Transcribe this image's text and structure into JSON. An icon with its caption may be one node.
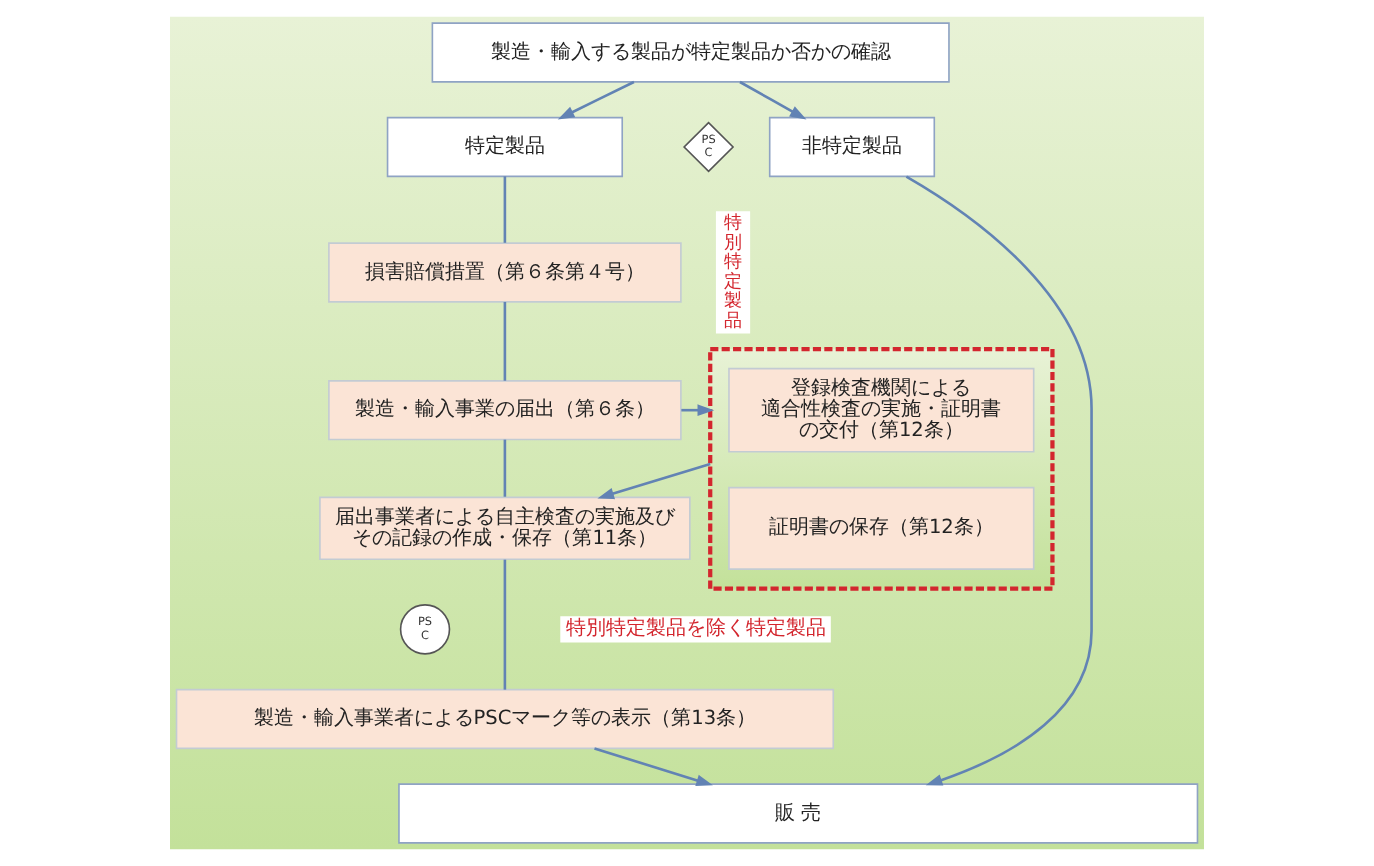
{
  "diagram": {
    "nodes": [
      {
        "text": [
          "製造・輸入する製品が特定製品か否かの確認"
        ]
      },
      {
        "text": [
          "特定製品"
        ]
      },
      {
        "text": [
          "非特定製品"
        ]
      },
      {
        "text": [
          "損害賠償措置（第６条第４号）"
        ]
      },
      {
        "text": [
          "製造・輸入事業の届出（第６条）"
        ]
      },
      {
        "text": [
          "PSC"
        ]
      },
      {
        "text": [
          "特別特定製品"
        ]
      },
      {
        "text": [],
        "shape": "box"
      },
      {
        "text": [
          "登録検査機関による適合性検査の実施・証明書の交付（第12条）"
        ],
        "in": 7
      },
      {
        "text": [
          "届出事業者による自主検査の実施及びその記録の作成・保存（第11条）"
        ]
      },
      {
        "text": [
          "証明書の保存（第12条）"
        ],
        "in": 7
      },
      {
        "text": [
          "PSC"
        ]
      },
      {
        "text": [
          "特別特定製品を除く特定製品"
        ]
      },
      {
        "text": [
          "製造・輸入事業者によるPSCマーク等の表示（第13条）"
        ]
      },
      {
        "text": [
          "販 売"
        ]
      }
    ],
    "edges": [
      {
        "from": 0,
        "to": 1,
        "arrow": "to"
      },
      {
        "from": 0,
        "to": 2,
        "arrow": "to"
      },
      {
        "from": 1,
        "to": 3,
        "arrow": "none"
      },
      {
        "from": 3,
        "to": 4,
        "arrow": "none"
      },
      {
        "from": 4,
        "to": 9,
        "arrow": "none"
      },
      {
        "from": 4,
        "to": 7,
        "arrow": "to"
      },
      {
        "from": 7,
        "to": 9,
        "arrow": "to"
      },
      {
        "from": 9,
        "to": 13,
        "arrow": "none"
      },
      {
        "from": 13,
        "to": 14,
        "arrow": "to"
      },
      {
        "from": 2,
        "to": 14,
        "arrow": "to"
      }
    ]
  }
}
